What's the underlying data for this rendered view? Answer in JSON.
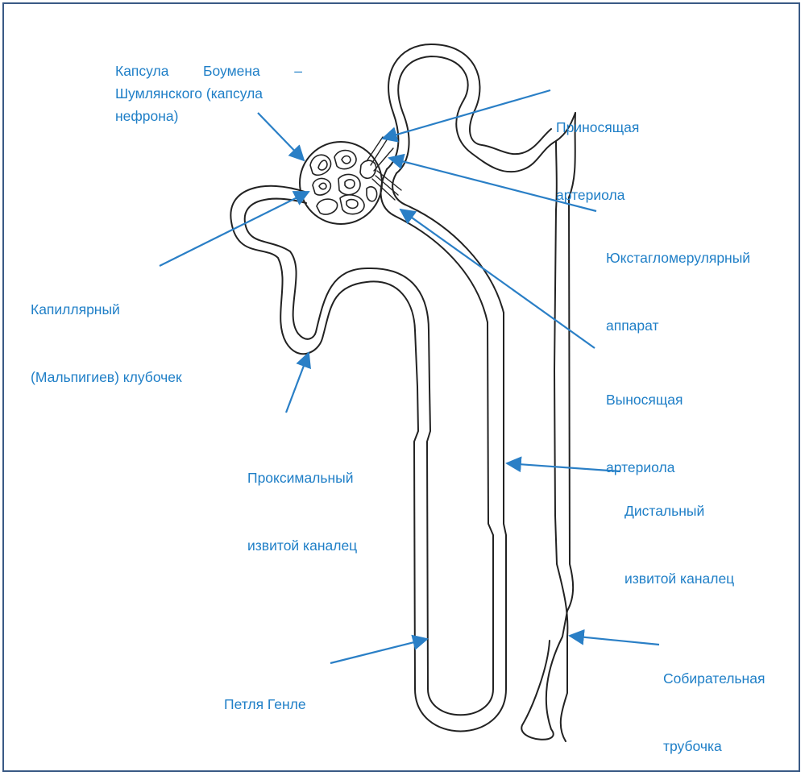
{
  "diagram": {
    "colors": {
      "label": "#1f7fc7",
      "arrow": "#2a7fc6",
      "line": "#222222",
      "frame": "#3a5a85"
    },
    "labels": {
      "bowman_capsule": [
        "Капсула Боумена –",
        "Шумлянского (капсула",
        "нефрона)"
      ],
      "afferent_arteriole": [
        "Приносящая",
        "артериола"
      ],
      "juxtaglomerular": [
        "Юкстагломерулярный",
        "аппарат"
      ],
      "glomerulus": [
        "Капиллярный",
        "(Мальпигиев) клубочек"
      ],
      "efferent_arteriole": [
        "Выносящая",
        "артериола"
      ],
      "proximal_tubule": [
        "Проксимальный",
        "извитой каналец"
      ],
      "distal_tubule": [
        "Дистальный",
        "извитой каналец"
      ],
      "loop_of_henle": [
        "Петля Генле"
      ],
      "collecting_duct": [
        "Собирательная",
        "трубочка"
      ]
    }
  }
}
